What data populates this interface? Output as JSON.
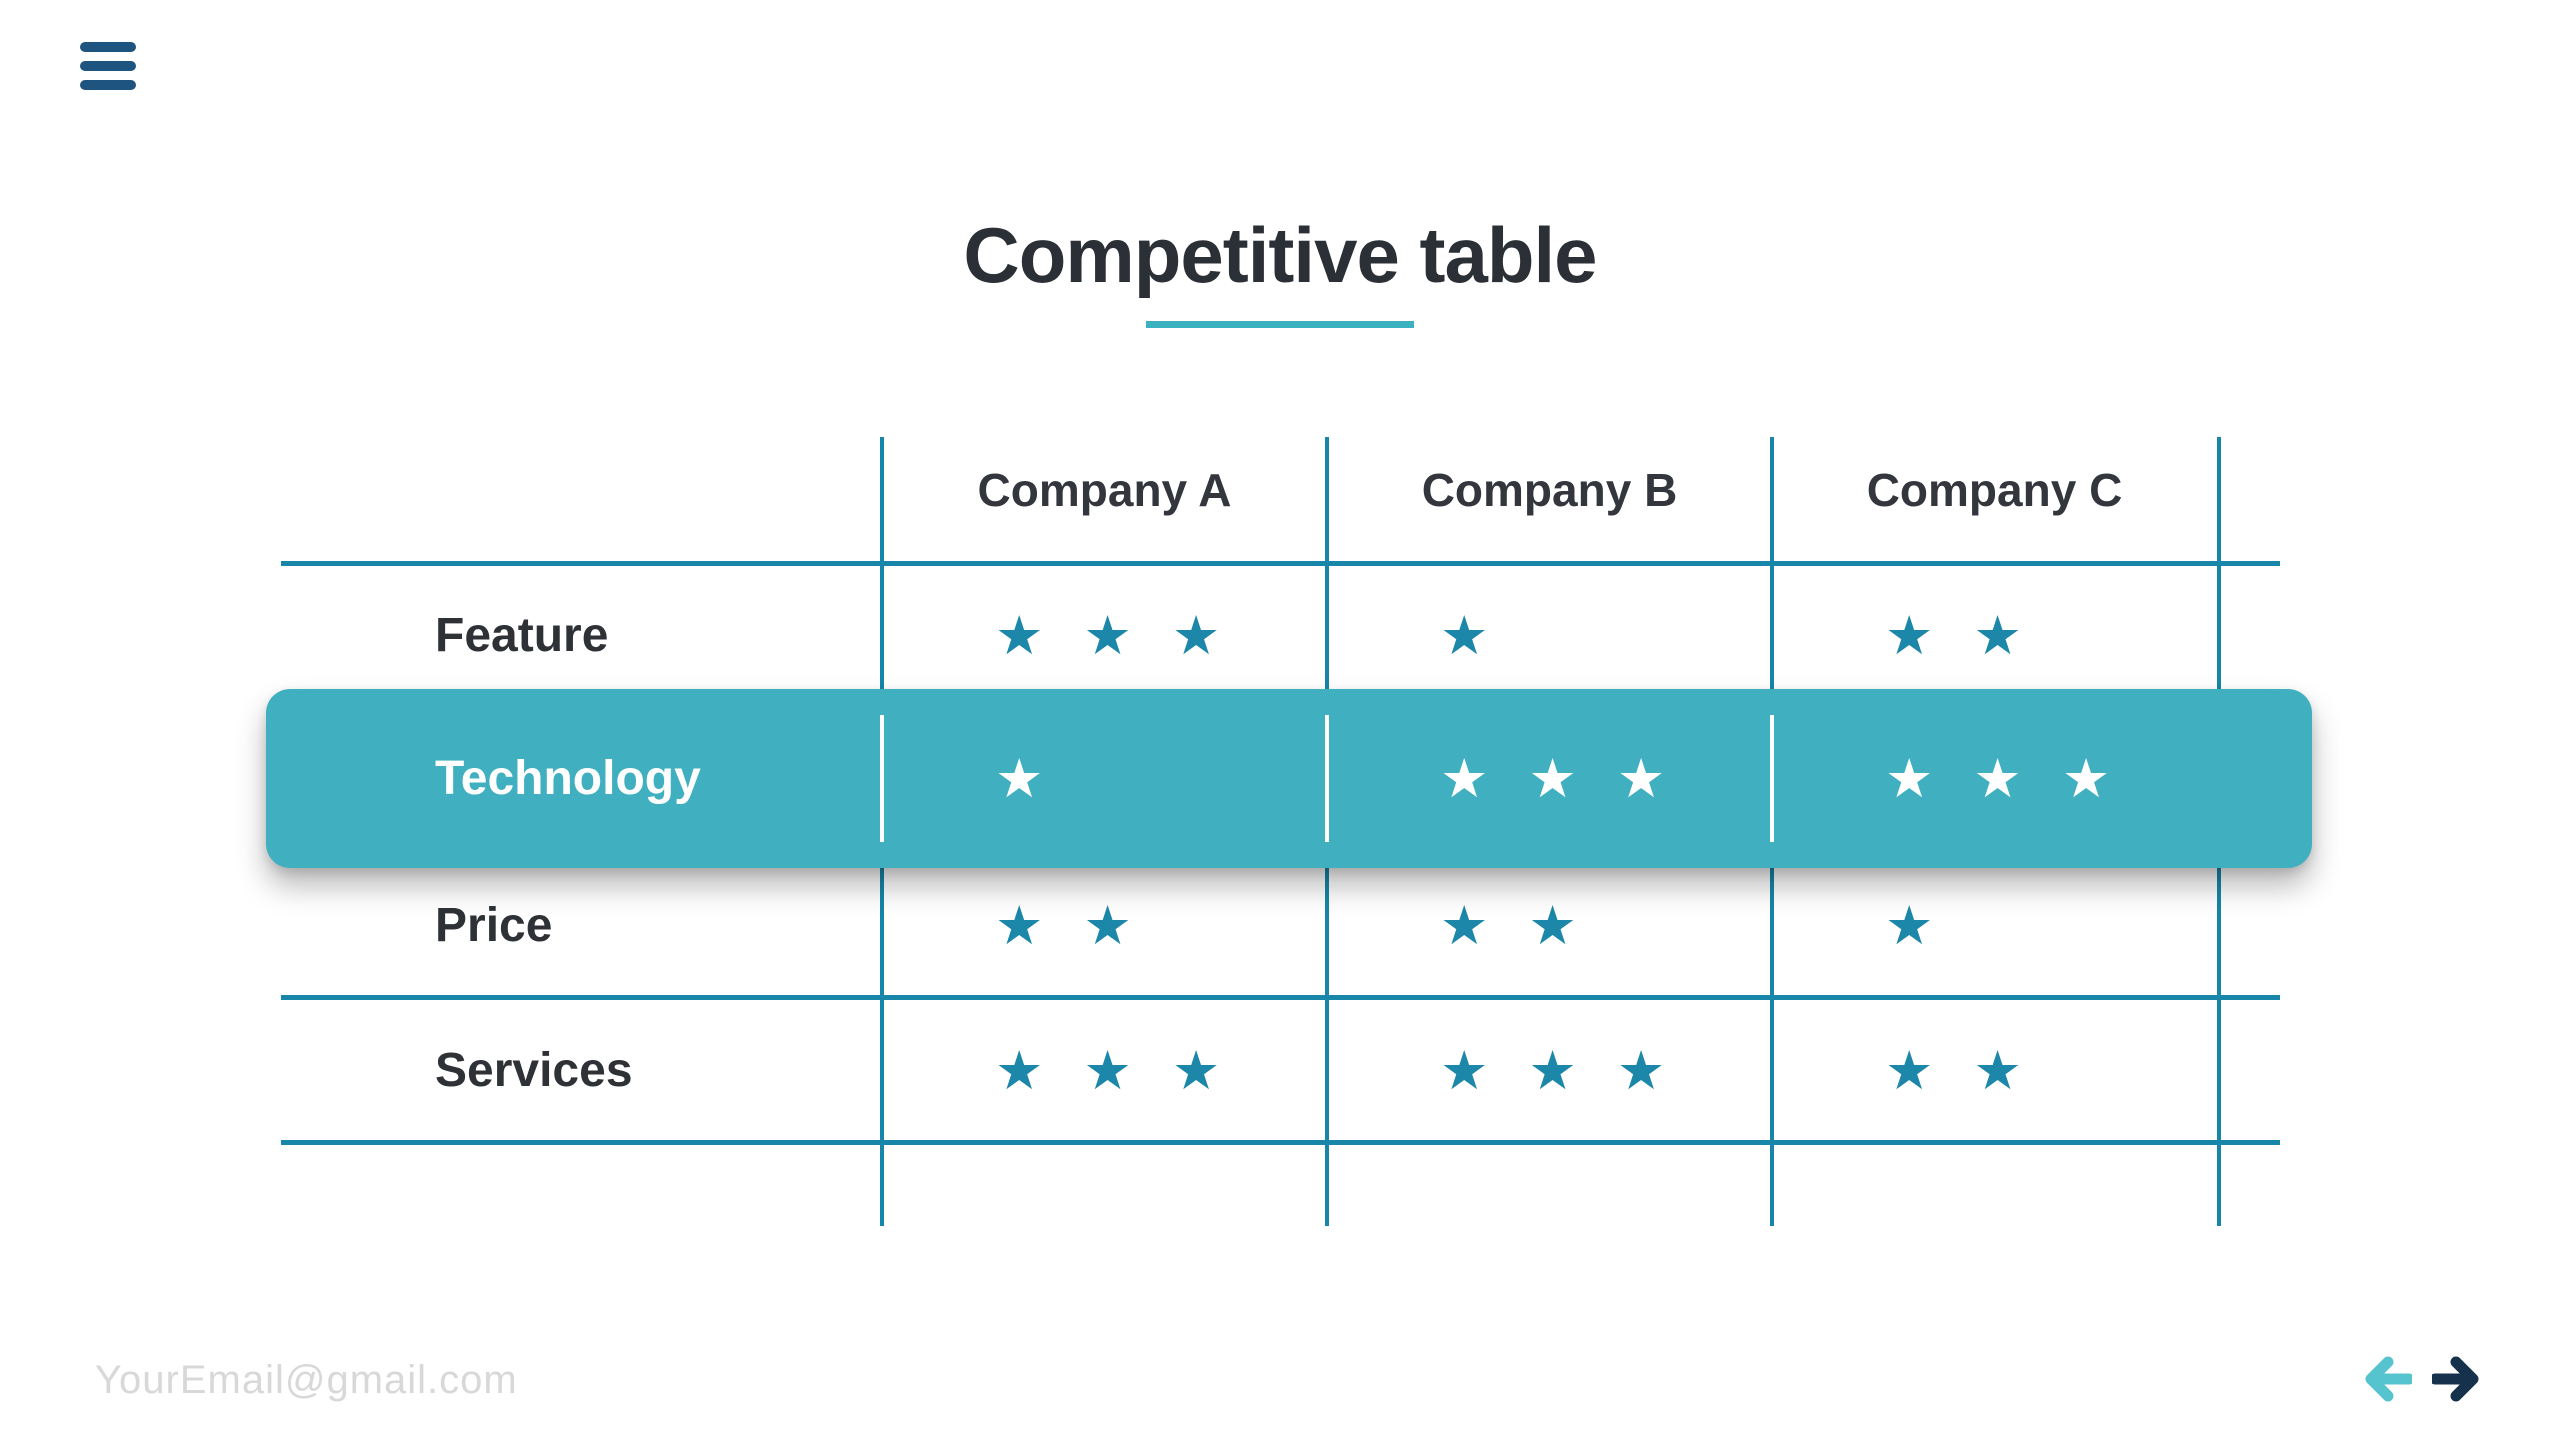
{
  "menu": {
    "icon": "hamburger-icon"
  },
  "title": {
    "text": "Competitive table"
  },
  "table": {
    "columns": [
      "Company A",
      "Company B",
      "Company C"
    ],
    "max_rating": 3,
    "rows": [
      {
        "label": "Feature",
        "highlighted": false,
        "ratings": [
          3,
          1,
          2
        ]
      },
      {
        "label": "Technology",
        "highlighted": true,
        "ratings": [
          1,
          3,
          3
        ]
      },
      {
        "label": "Price",
        "highlighted": false,
        "ratings": [
          2,
          2,
          1
        ]
      },
      {
        "label": "Services",
        "highlighted": false,
        "ratings": [
          3,
          3,
          2
        ]
      }
    ]
  },
  "chart_data": {
    "type": "table",
    "title": "Competitive table",
    "columns": [
      "",
      "Company A",
      "Company B",
      "Company C"
    ],
    "rows": [
      [
        "Feature",
        3,
        1,
        2
      ],
      [
        "Technology",
        1,
        3,
        3
      ],
      [
        "Price",
        2,
        2,
        1
      ],
      [
        "Services",
        3,
        3,
        2
      ]
    ],
    "value_unit": "stars (out of 3)"
  },
  "footer": {
    "email": "YourEmail@gmail.com"
  },
  "navigation": {
    "prev_icon": "arrow-left",
    "next_icon": "arrow-right"
  },
  "colors": {
    "background": "#ffffff",
    "table_line": "#1786a8",
    "star": "#1c87a8",
    "highlight_bar": "#40b0c0",
    "highlight_text": "#ffffff",
    "title_underline": "#3ab1bf",
    "menu_icon": "#1e5480",
    "title_text": "#2b2f36",
    "row_label": "#2e3237",
    "column_header": "#33373d",
    "footer_email": "#d8d8d8",
    "nav_prev": "#56c4cf",
    "nav_next": "#15314c"
  }
}
